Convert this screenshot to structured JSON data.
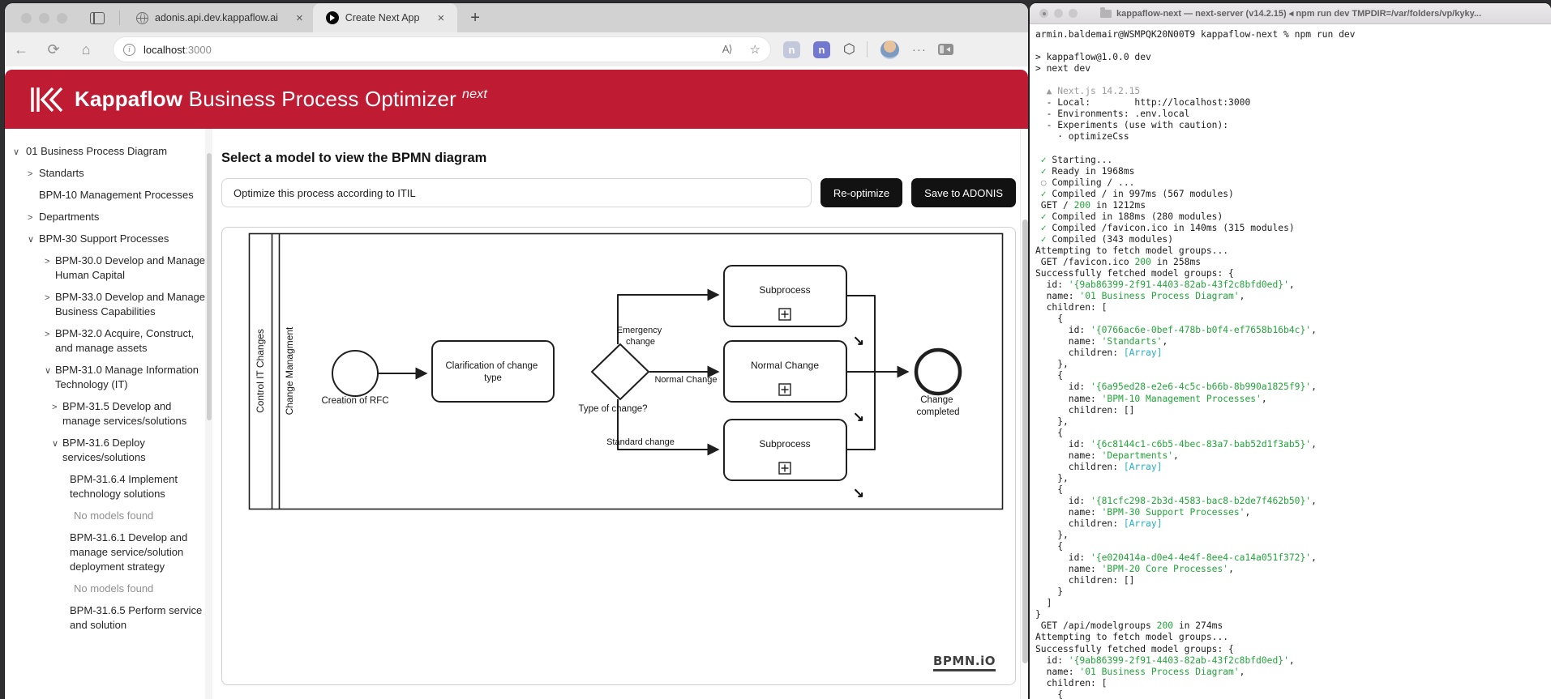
{
  "colors": {
    "brand-red": "#bf1c33",
    "term-green": "#22a53a",
    "term-cyan": "#25aec6",
    "button-black": "#121212",
    "ext1-bg": "#c3c9da",
    "ext2-bg": "#7277cf"
  },
  "browser": {
    "tabs": [
      {
        "label": "adonis.api.dev.kappaflow.ai"
      },
      {
        "label": "Create Next App"
      }
    ],
    "url": {
      "host": "localhost",
      "port": ":3000"
    },
    "toolbar_icons": {
      "back": "←",
      "reload": "⟳",
      "home": "⌂",
      "reader": "A⟩",
      "star": "☆",
      "close": "×",
      "newtab": "+",
      "more": "···",
      "info": "i",
      "puzzle": "⬡"
    },
    "extensions": {
      "ext1": "n",
      "ext2": "n"
    }
  },
  "app_header": {
    "brand": "Kappaflow",
    "title": " Business Process Optimizer",
    "suffix": "next"
  },
  "sidebar": {
    "items": [
      {
        "level": 0,
        "chevron": "down",
        "label": "01 Business Process Diagram"
      },
      {
        "level": 1,
        "chevron": "right",
        "label": "Standarts"
      },
      {
        "level": 1,
        "chevron": "none",
        "label": "BPM-10 Management Processes"
      },
      {
        "level": 1,
        "chevron": "right",
        "label": "Departments"
      },
      {
        "level": 1,
        "chevron": "down",
        "label": "BPM-30 Support Processes"
      },
      {
        "level": 2,
        "chevron": "right",
        "label": "BPM-30.0 Develop and Manage Human Capital"
      },
      {
        "level": 2,
        "chevron": "right",
        "label": "BPM-33.0 Develop and Manage Business Capabilities"
      },
      {
        "level": 2,
        "chevron": "right",
        "label": "BPM-32.0 Acquire, Construct, and manage assets"
      },
      {
        "level": 2,
        "chevron": "down",
        "label": "BPM-31.0 Manage Information Technology (IT)"
      },
      {
        "level": 3,
        "chevron": "right",
        "label": "BPM-31.5 Develop and manage services/solutions"
      },
      {
        "level": 3,
        "chevron": "down",
        "label": "BPM-31.6 Deploy services/solutions"
      },
      {
        "level": 4,
        "chevron": "none",
        "label": "BPM-31.6.4 Implement technology solutions"
      },
      {
        "level": 4,
        "chevron": "none",
        "label": "No models found",
        "muted": true
      },
      {
        "level": 4,
        "chevron": "none",
        "label": "BPM-31.6.1 Develop and manage service/solution deployment strategy"
      },
      {
        "level": 4,
        "chevron": "none",
        "label": "No models found",
        "muted": true
      },
      {
        "level": 4,
        "chevron": "none",
        "label": "BPM-31.6.5 Perform service and solution"
      }
    ]
  },
  "main": {
    "heading": "Select a model to view the BPMN diagram",
    "prompt_value": "Optimize this process according to ITIL",
    "reoptimize_label": "Re-optimize",
    "save_label": "Save to ADONIS",
    "watermark": "BPMN.iO"
  },
  "diagram": {
    "pool_label": "Control IT Changes",
    "lane_label": "Change Managment",
    "start_event_label": "Creation of RFC",
    "task_line1": "Clarification of change",
    "task_line2": "type",
    "gateway_label": "Type of change?",
    "flow_emergency_line1": "Emergency",
    "flow_emergency_line2": "change",
    "flow_normal": "Normal Change",
    "flow_standard": "Standard change",
    "subprocess_top": "Subprocess",
    "subprocess_mid": "Normal Change",
    "subprocess_bottom": "Subprocess",
    "end_event_line1": "Change",
    "end_event_line2": "completed",
    "drilldown_glyph": "↘"
  },
  "terminal": {
    "title": "kappaflow-next — next-server (v14.2.15) ◂ npm run dev TMPDIR=/var/folders/vp/kyky...",
    "lines": [
      [
        [
          "k",
          "armin.baldemair@WSMPQK20N00T9 kappaflow-next % npm run dev"
        ]
      ],
      [],
      [
        [
          "k",
          "> kappaflow@1.0.0 dev"
        ]
      ],
      [
        [
          "k",
          "> next dev"
        ]
      ],
      [],
      [
        [
          "y",
          "  ▲ Next.js 14.2.15"
        ]
      ],
      [
        [
          "k",
          "  - Local:        http://localhost:3000"
        ]
      ],
      [
        [
          "k",
          "  - Environments: .env.local"
        ]
      ],
      [
        [
          "k",
          "  - Experiments (use with caution):"
        ]
      ],
      [
        [
          "k",
          "    · optimizeCss"
        ]
      ],
      [],
      [
        [
          "g",
          " ✓"
        ],
        [
          "k",
          " Starting..."
        ]
      ],
      [
        [
          "g",
          " ✓"
        ],
        [
          "k",
          " Ready in 1968ms"
        ]
      ],
      [
        [
          "y",
          " ○"
        ],
        [
          "k",
          " Compiling / ..."
        ]
      ],
      [
        [
          "g",
          " ✓"
        ],
        [
          "k",
          " Compiled / in 997ms (567 modules)"
        ]
      ],
      [
        [
          "k",
          " GET / "
        ],
        [
          "g",
          "200"
        ],
        [
          "k",
          " in 1212ms"
        ]
      ],
      [
        [
          "g",
          " ✓"
        ],
        [
          "k",
          " Compiled in 188ms (280 modules)"
        ]
      ],
      [
        [
          "g",
          " ✓"
        ],
        [
          "k",
          " Compiled /favicon.ico in 140ms (315 modules)"
        ]
      ],
      [
        [
          "g",
          " ✓"
        ],
        [
          "k",
          " Compiled (343 modules)"
        ]
      ],
      [
        [
          "k",
          "Attempting to fetch model groups..."
        ]
      ],
      [
        [
          "k",
          " GET /favicon.ico "
        ],
        [
          "g",
          "200"
        ],
        [
          "k",
          " in 258ms"
        ]
      ],
      [
        [
          "k",
          "Successfully fetched model groups: {"
        ]
      ],
      [
        [
          "k",
          "  id: "
        ],
        [
          "g",
          "'{9ab86399-2f91-4403-82ab-43f2c8bfd0ed}'"
        ],
        [
          "k",
          ","
        ]
      ],
      [
        [
          "k",
          "  name: "
        ],
        [
          "g",
          "'01 Business Process Diagram'"
        ],
        [
          "k",
          ","
        ]
      ],
      [
        [
          "k",
          "  children: ["
        ]
      ],
      [
        [
          "k",
          "    {"
        ]
      ],
      [
        [
          "k",
          "      id: "
        ],
        [
          "g",
          "'{0766ac6e-0bef-478b-b0f4-ef7658b16b4c}'"
        ],
        [
          "k",
          ","
        ]
      ],
      [
        [
          "k",
          "      name: "
        ],
        [
          "g",
          "'Standarts'"
        ],
        [
          "k",
          ","
        ]
      ],
      [
        [
          "k",
          "      children: "
        ],
        [
          "c",
          "[Array]"
        ]
      ],
      [
        [
          "k",
          "    },"
        ]
      ],
      [
        [
          "k",
          "    {"
        ]
      ],
      [
        [
          "k",
          "      id: "
        ],
        [
          "g",
          "'{6a95ed28-e2e6-4c5c-b66b-8b990a1825f9}'"
        ],
        [
          "k",
          ","
        ]
      ],
      [
        [
          "k",
          "      name: "
        ],
        [
          "g",
          "'BPM-10 Management Processes'"
        ],
        [
          "k",
          ","
        ]
      ],
      [
        [
          "k",
          "      children: []"
        ]
      ],
      [
        [
          "k",
          "    },"
        ]
      ],
      [
        [
          "k",
          "    {"
        ]
      ],
      [
        [
          "k",
          "      id: "
        ],
        [
          "g",
          "'{6c8144c1-c6b5-4bec-83a7-bab52d1f3ab5}'"
        ],
        [
          "k",
          ","
        ]
      ],
      [
        [
          "k",
          "      name: "
        ],
        [
          "g",
          "'Departments'"
        ],
        [
          "k",
          ","
        ]
      ],
      [
        [
          "k",
          "      children: "
        ],
        [
          "c",
          "[Array]"
        ]
      ],
      [
        [
          "k",
          "    },"
        ]
      ],
      [
        [
          "k",
          "    {"
        ]
      ],
      [
        [
          "k",
          "      id: "
        ],
        [
          "g",
          "'{81cfc298-2b3d-4583-bac8-b2de7f462b50}'"
        ],
        [
          "k",
          ","
        ]
      ],
      [
        [
          "k",
          "      name: "
        ],
        [
          "g",
          "'BPM-30 Support Processes'"
        ],
        [
          "k",
          ","
        ]
      ],
      [
        [
          "k",
          "      children: "
        ],
        [
          "c",
          "[Array]"
        ]
      ],
      [
        [
          "k",
          "    },"
        ]
      ],
      [
        [
          "k",
          "    {"
        ]
      ],
      [
        [
          "k",
          "      id: "
        ],
        [
          "g",
          "'{e020414a-d0e4-4e4f-8ee4-ca14a051f372}'"
        ],
        [
          "k",
          ","
        ]
      ],
      [
        [
          "k",
          "      name: "
        ],
        [
          "g",
          "'BPM-20 Core Processes'"
        ],
        [
          "k",
          ","
        ]
      ],
      [
        [
          "k",
          "      children: []"
        ]
      ],
      [
        [
          "k",
          "    }"
        ]
      ],
      [
        [
          "k",
          "  ]"
        ]
      ],
      [
        [
          "k",
          "}"
        ]
      ],
      [
        [
          "k",
          " GET /api/modelgroups "
        ],
        [
          "g",
          "200"
        ],
        [
          "k",
          " in 274ms"
        ]
      ],
      [
        [
          "k",
          "Attempting to fetch model groups..."
        ]
      ],
      [
        [
          "k",
          "Successfully fetched model groups: {"
        ]
      ],
      [
        [
          "k",
          "  id: "
        ],
        [
          "g",
          "'{9ab86399-2f91-4403-82ab-43f2c8bfd0ed}'"
        ],
        [
          "k",
          ","
        ]
      ],
      [
        [
          "k",
          "  name: "
        ],
        [
          "g",
          "'01 Business Process Diagram'"
        ],
        [
          "k",
          ","
        ]
      ],
      [
        [
          "k",
          "  children: ["
        ]
      ],
      [
        [
          "k",
          "    {"
        ]
      ]
    ]
  }
}
